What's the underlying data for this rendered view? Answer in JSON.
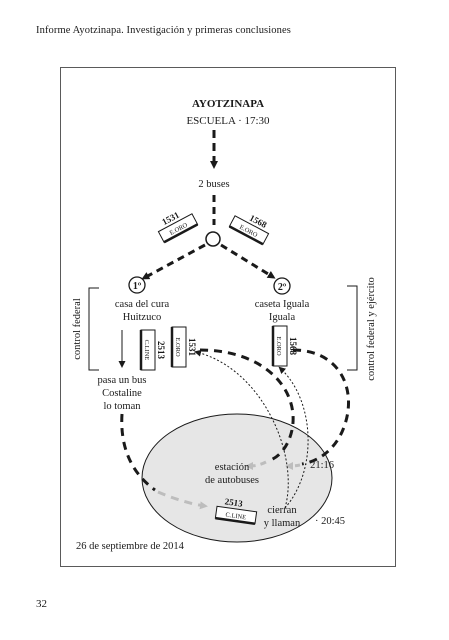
{
  "header": {
    "title": "Informe Ayotzinapa. Investigación y primeras conclusiones"
  },
  "page_number": "32",
  "diagram": {
    "origin": "AYOTZINAPA",
    "school": "ESCUELA · 17:30",
    "buses_count": "2 buses",
    "bus_top_left": {
      "number": "1531",
      "brand": "E.ORO"
    },
    "bus_top_right": {
      "number": "1568",
      "brand": "E.ORO"
    },
    "stop1": {
      "badge": "1º",
      "line1": "casa del cura",
      "line2": "Huitzuco",
      "bus_a": {
        "number": "2513",
        "brand": "C.LINE"
      },
      "bus_b": {
        "number": "1531",
        "brand": "E.ORO"
      },
      "note1": "pasa un bus",
      "note2": "Costaline",
      "note3": "lo toman",
      "side_label": "control federal"
    },
    "stop2": {
      "badge": "2º",
      "line1": "caseta Iguala",
      "line2": "Iguala",
      "bus": {
        "number": "1568",
        "brand": "E.ORO"
      },
      "side_label": "control federal y ejército"
    },
    "station": {
      "line1": "estación",
      "line2": "de autobuses",
      "time1": "· 21:16",
      "bus": {
        "number": "2513",
        "brand": "C.LINE"
      },
      "close1": "cierran",
      "close2": "y llaman",
      "time2": "· 20:45"
    },
    "date": "26 de septiembre de 2014"
  },
  "colors": {
    "ink": "#1a1a1a",
    "ellipse_fill": "#e6e6e6",
    "grey_arrow": "#bdbdbd"
  }
}
